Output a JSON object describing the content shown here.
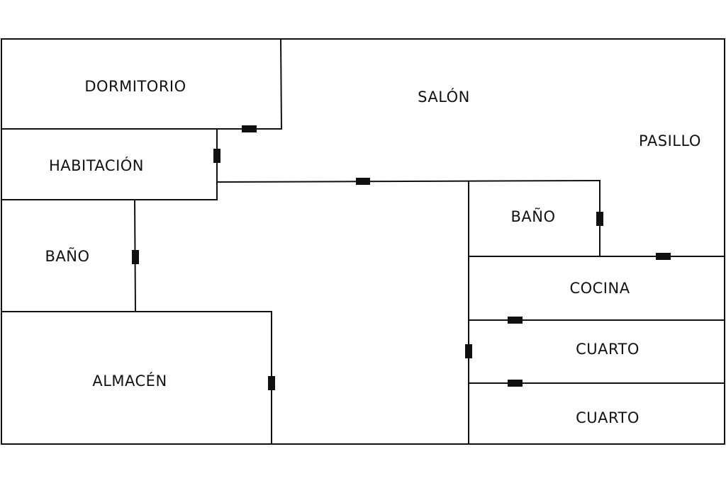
{
  "colors": {
    "wall": "#111111",
    "background": "#ffffff"
  },
  "rooms": {
    "dormitorio": "DORMITORIO",
    "salon": "SALÓN",
    "pasillo": "PASILLO",
    "habitacion": "HABITACIÓN",
    "bano_left": "BAÑO",
    "bano_center": "BAÑO",
    "cocina": "COCINA",
    "cuarto_1": "CUARTO",
    "cuarto_2": "CUARTO",
    "almacen": "ALMACÉN"
  }
}
